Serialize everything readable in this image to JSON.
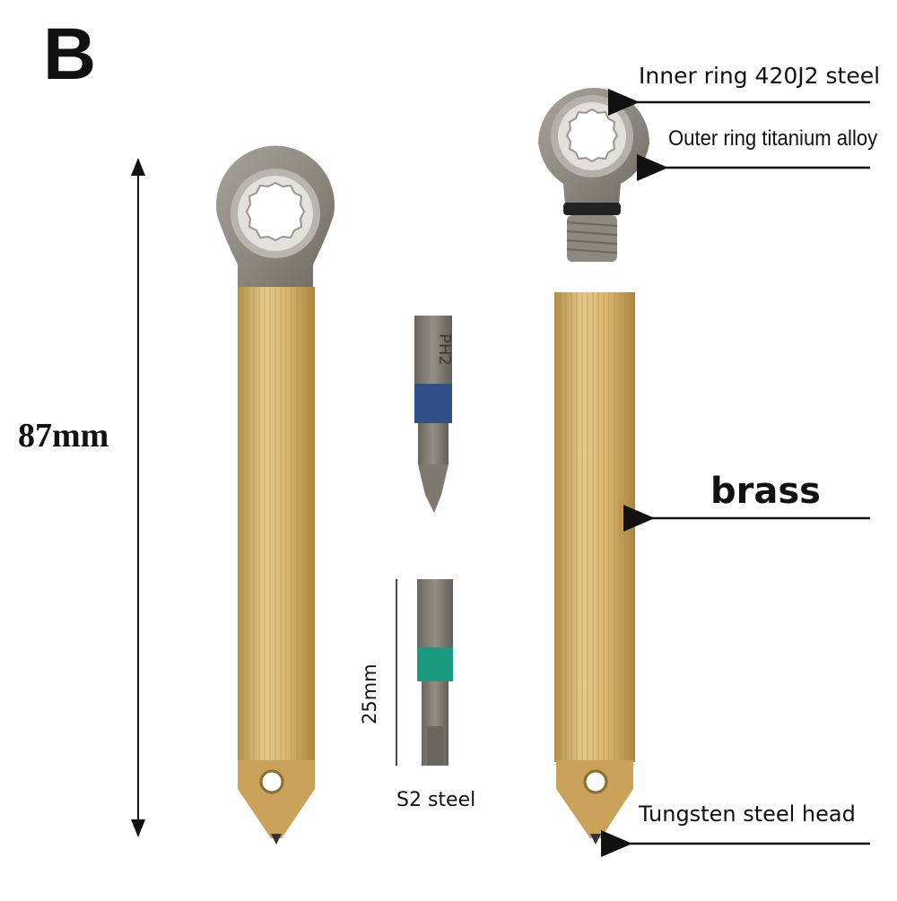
{
  "panel_letter": "B",
  "labels": {
    "inner_ring": "Inner ring 420J2 steel",
    "outer_ring": "Outer ring titanium alloy",
    "brass": "brass",
    "tungsten_head": "Tungsten steel head",
    "s2_steel": "S2 steel",
    "length_total": "87mm",
    "length_bit": "25mm"
  },
  "bit_markings": {
    "phillips_bit": "PH2"
  },
  "colors": {
    "brass": "#d8b368",
    "titanium": "#8f8a82",
    "bit_steel": "#7d7870",
    "phillips_band": "#2f4f86",
    "slotted_band": "#1c9a80"
  }
}
